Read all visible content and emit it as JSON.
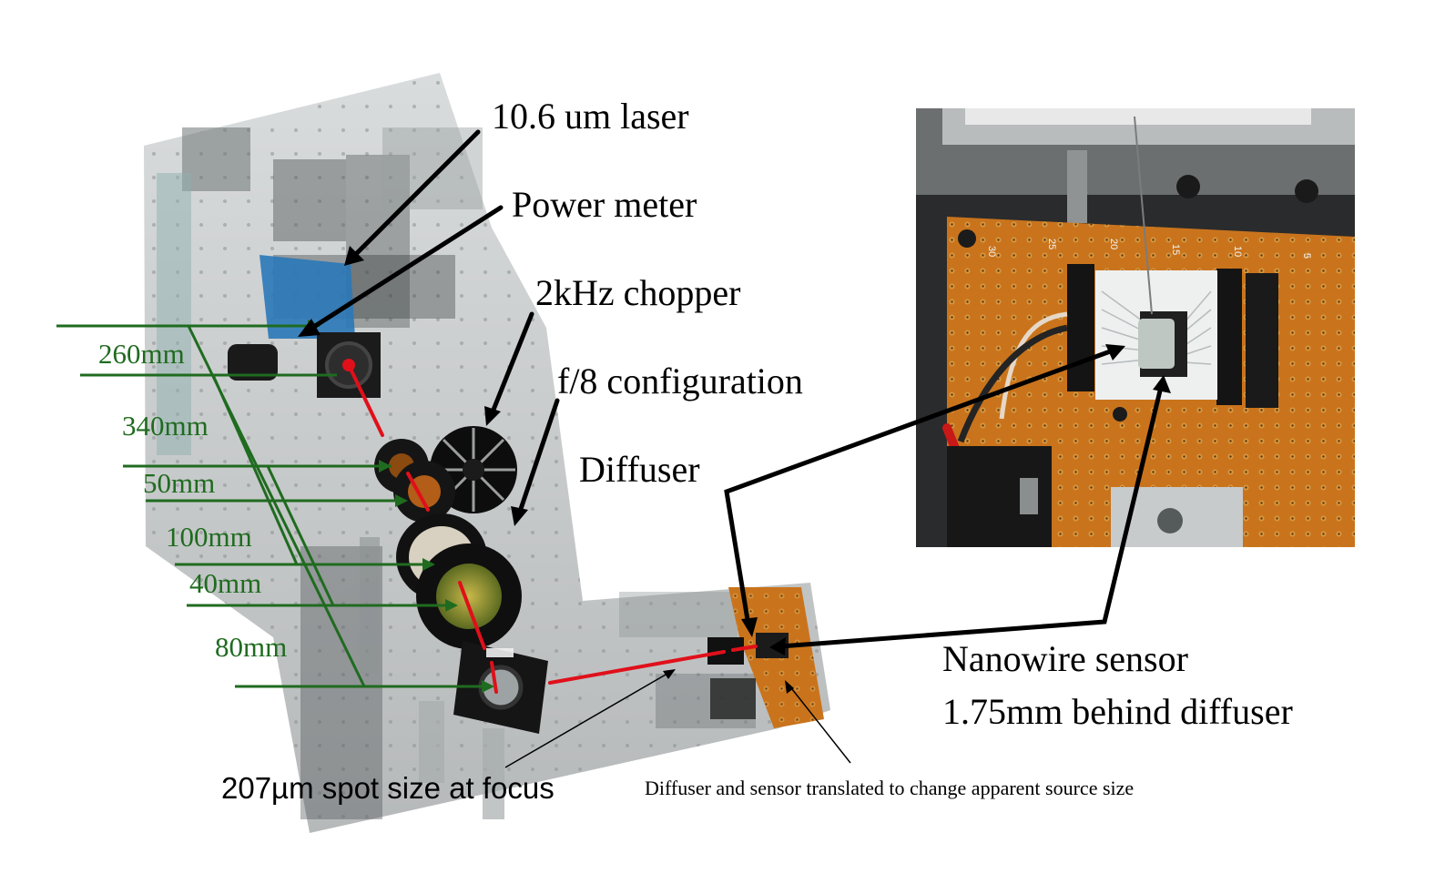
{
  "labels": {
    "laser": "10.6 um laser",
    "power_meter": "Power meter",
    "chopper": "2kHz chopper",
    "config": "f/8 configuration",
    "diffuser": "Diffuser",
    "sensor_line1": "Nanowire sensor",
    "sensor_line2": "1.75mm behind diffuser",
    "spot": "207µm spot size at focus",
    "translate_note": "Diffuser and sensor translated to change apparent source size"
  },
  "distances": [
    "260mm",
    "340mm",
    "50mm",
    "100mm",
    "40mm",
    "80mm"
  ],
  "board_marks": {
    "m30": "30",
    "m25": "25",
    "m20": "20",
    "m15": "15",
    "m10": "10",
    "m5": "5"
  },
  "colors": {
    "leader_green": "#1f6b1f",
    "beam_red": "#e0101a",
    "board_orange": "#c9741c",
    "arrow_black": "#000000"
  }
}
